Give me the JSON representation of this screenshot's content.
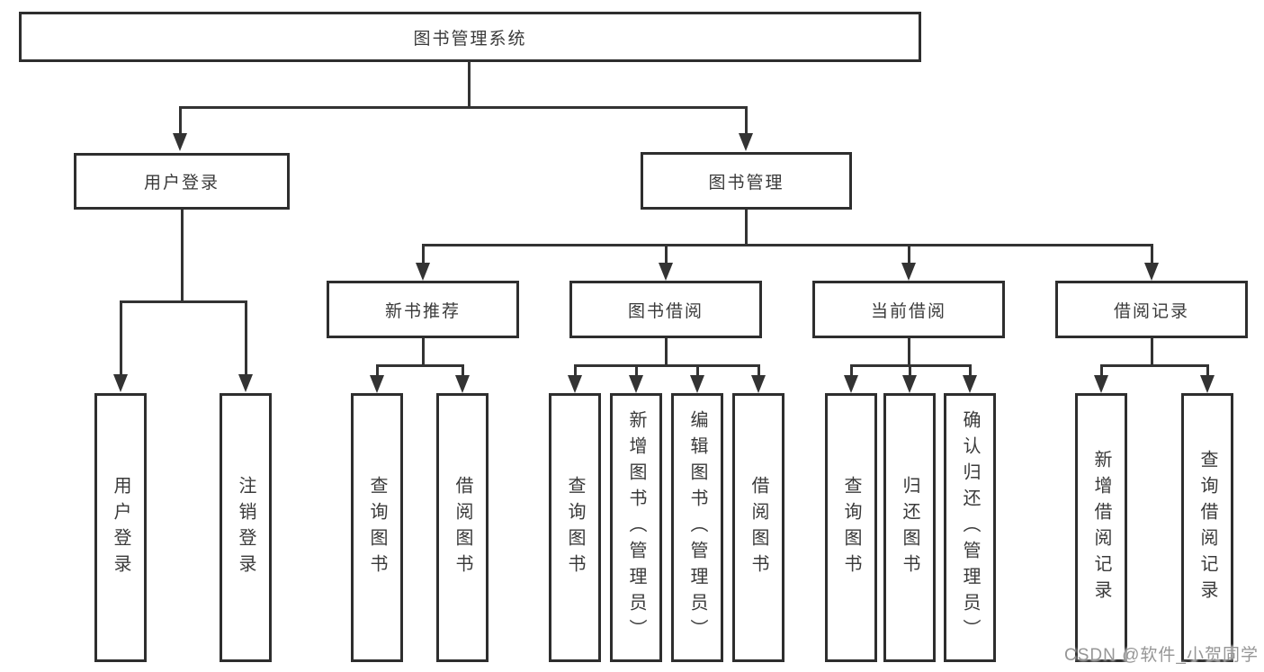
{
  "diagram": {
    "title_node": {
      "label": "图书管理系统"
    },
    "level2": [
      {
        "label": "用户登录"
      },
      {
        "label": "图书管理"
      }
    ],
    "level3": [
      {
        "label": "新书推荐",
        "parent": "图书管理"
      },
      {
        "label": "图书借阅",
        "parent": "图书管理"
      },
      {
        "label": "当前借阅",
        "parent": "图书管理"
      },
      {
        "label": "借阅记录",
        "parent": "图书管理"
      }
    ],
    "leaves": [
      {
        "label": "用户登录",
        "parent": "用户登录"
      },
      {
        "label": "注销登录",
        "parent": "用户登录"
      },
      {
        "label": "查询图书",
        "parent": "新书推荐"
      },
      {
        "label": "借阅图书",
        "parent": "新书推荐"
      },
      {
        "label": "查询图书",
        "parent": "图书借阅"
      },
      {
        "label": "新增图书（管理员）",
        "parent": "图书借阅"
      },
      {
        "label": "编辑图书（管理员）",
        "parent": "图书借阅"
      },
      {
        "label": "借阅图书",
        "parent": "图书借阅"
      },
      {
        "label": "查询图书",
        "parent": "当前借阅"
      },
      {
        "label": "归还图书",
        "parent": "当前借阅"
      },
      {
        "label": "确认归还（管理员）",
        "parent": "当前借阅"
      },
      {
        "label": "新增借阅记录",
        "parent": "借阅记录"
      },
      {
        "label": "查询借阅记录",
        "parent": "借阅记录"
      }
    ],
    "watermark": "CSDN @软件_小贺同学",
    "colors": {
      "line": "#333333",
      "box_border": "#2e2e2e",
      "text": "#3a3a3a",
      "watermark": "#969696",
      "background": "#ffffff"
    }
  }
}
